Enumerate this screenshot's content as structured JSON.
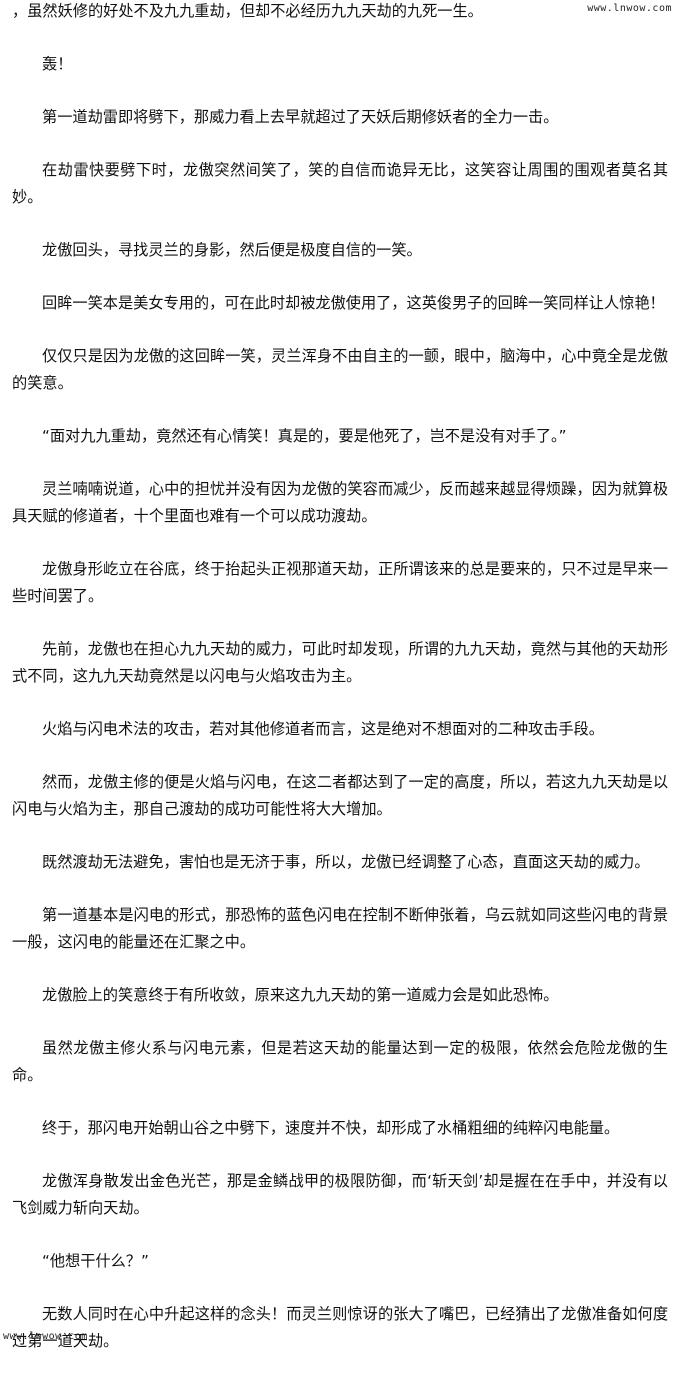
{
  "watermark": {
    "top": "www.lnwow.com",
    "bottom": "www.lnwow.com"
  },
  "paragraphs": [
    "，虽然妖修的好处不及九九重劫，但却不必经历九九天劫的九死一生。",
    "轰！",
    "第一道劫雷即将劈下，那威力看上去早就超过了天妖后期修妖者的全力一击。",
    "在劫雷快要劈下时，龙傲突然间笑了，笑的自信而诡异无比，这笑容让周围的围观者莫名其妙。",
    "龙傲回头，寻找灵兰的身影，然后便是极度自信的一笑。",
    "回眸一笑本是美女专用的，可在此时却被龙傲使用了，这英俊男子的回眸一笑同样让人惊艳！",
    "仅仅只是因为龙傲的这回眸一笑，灵兰浑身不由自主的一颤，眼中，脑海中，心中竟全是龙傲的笑意。",
    "“面对九九重劫，竟然还有心情笑！真是的，要是他死了，岂不是没有对手了。”",
    "灵兰喃喃说道，心中的担忧并没有因为龙傲的笑容而减少，反而越来越显得烦躁，因为就算极具天赋的修道者，十个里面也难有一个可以成功渡劫。",
    "龙傲身形屹立在谷底，终于抬起头正视那道天劫，正所谓该来的总是要来的，只不过是早来一些时间罢了。",
    "先前，龙傲也在担心九九天劫的威力，可此时却发现，所谓的九九天劫，竟然与其他的天劫形式不同，这九九天劫竟然是以闪电与火焰攻击为主。",
    "火焰与闪电术法的攻击，若对其他修道者而言，这是绝对不想面对的二种攻击手段。",
    "然而，龙傲主修的便是火焰与闪电，在这二者都达到了一定的高度，所以，若这九九天劫是以闪电与火焰为主，那自己渡劫的成功可能性将大大增加。",
    "既然渡劫无法避免，害怕也是无济于事，所以，龙傲已经调整了心态，直面这天劫的威力。",
    "第一道基本是闪电的形式，那恐怖的蓝色闪电在控制不断伸张着，乌云就如同这些闪电的背景一般，这闪电的能量还在汇聚之中。",
    "龙傲脸上的笑意终于有所收敛，原来这九九天劫的第一道威力会是如此恐怖。",
    "虽然龙傲主修火系与闪电元素，但是若这天劫的能量达到一定的极限，依然会危险龙傲的生命。",
    "终于，那闪电开始朝山谷之中劈下，速度并不快，却形成了水桶粗细的纯粹闪电能量。",
    "龙傲浑身散发出金色光芒，那是金鳞战甲的极限防御，而‘斩天剑’却是握在在手中，并没有以飞剑威力斩向天劫。",
    "“他想干什么？”",
    "无数人同时在心中升起这样的念头！而灵兰则惊讶的张大了嘴巴，已经猜出了龙傲准备如何度过第一道天劫。"
  ]
}
